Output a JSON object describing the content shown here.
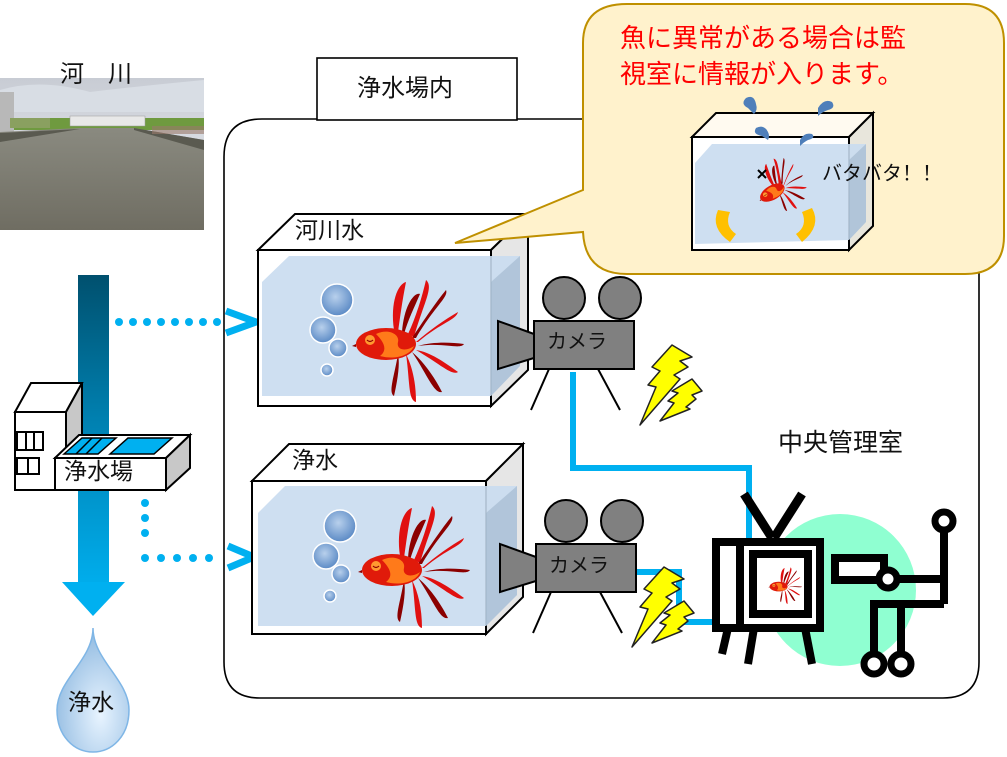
{
  "river": {
    "title": "河　川"
  },
  "plant": {
    "label": "浄水場"
  },
  "output": {
    "label": "浄水"
  },
  "facility": {
    "title": "浄水場内"
  },
  "tanks": [
    {
      "label": "河川水",
      "camera_label": "カメラ"
    },
    {
      "label": "浄水",
      "camera_label": "カメラ"
    }
  ],
  "control_room": {
    "label": "中央管理室"
  },
  "callout": {
    "message_line1": "魚に異常がある場合は監",
    "message_line2": "視室に情報が入ります。",
    "effect_text": "バタバタ！！",
    "text_color": "#ff0000",
    "fill": "#fff2cc",
    "border": "#bf9000"
  },
  "colors": {
    "pipe": "#00b0f0",
    "river_dark": "#00506e",
    "water": "#c9dcef",
    "camera": "#808080",
    "lightning": "#ffff00",
    "monitor_glow": "#8fffd1"
  }
}
